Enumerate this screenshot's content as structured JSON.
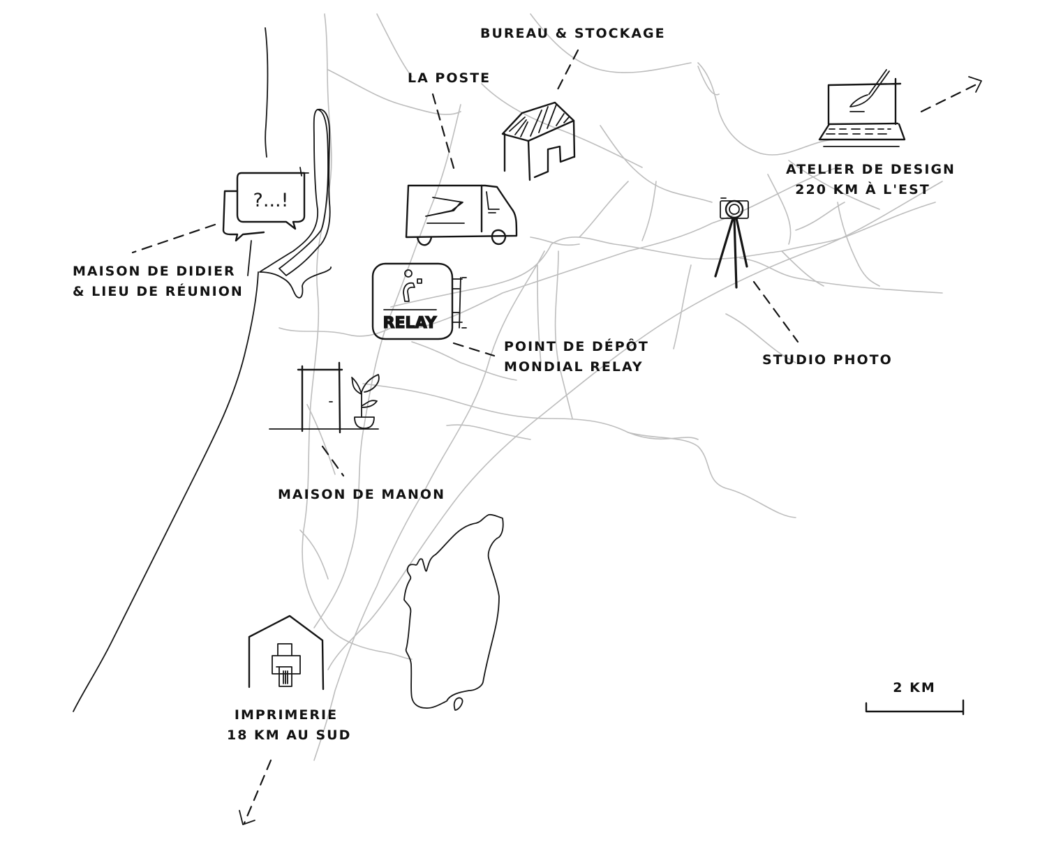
{
  "map": {
    "title": "Plan des lieux",
    "ink_color": "#141414",
    "road_color": "#bdbdbd",
    "background": "#ffffff"
  },
  "places": [
    {
      "id": "bureau",
      "icon": "warehouse-icon",
      "label": "Bureau & Stockage"
    },
    {
      "id": "poste",
      "icon": "delivery-van-icon",
      "label": "La Poste"
    },
    {
      "id": "didier",
      "icon": "speech-bubbles-icon",
      "label_lines": [
        "Maison de Didier",
        "& lieu de réunion"
      ],
      "bubble_text": "?...!"
    },
    {
      "id": "relay",
      "icon": "relay-point-icon",
      "label_lines": [
        "Point de dépôt",
        "Mondial Relay"
      ],
      "logo_text": "RELAY"
    },
    {
      "id": "manon",
      "icon": "door-plant-icon",
      "label": "Maison de Manon"
    },
    {
      "id": "studio",
      "icon": "camera-tripod-icon",
      "label": "Studio photo"
    },
    {
      "id": "atelier",
      "icon": "laptop-brush-icon",
      "label_lines": [
        "Atelier de design",
        "220 km à l'est"
      ],
      "direction": "east"
    },
    {
      "id": "imprimerie",
      "icon": "printer-house-icon",
      "label_lines": [
        "Imprimerie",
        "18 km au sud"
      ],
      "direction": "south"
    }
  ],
  "scale_bar": {
    "label": "2 KM",
    "distance_km": 2
  }
}
